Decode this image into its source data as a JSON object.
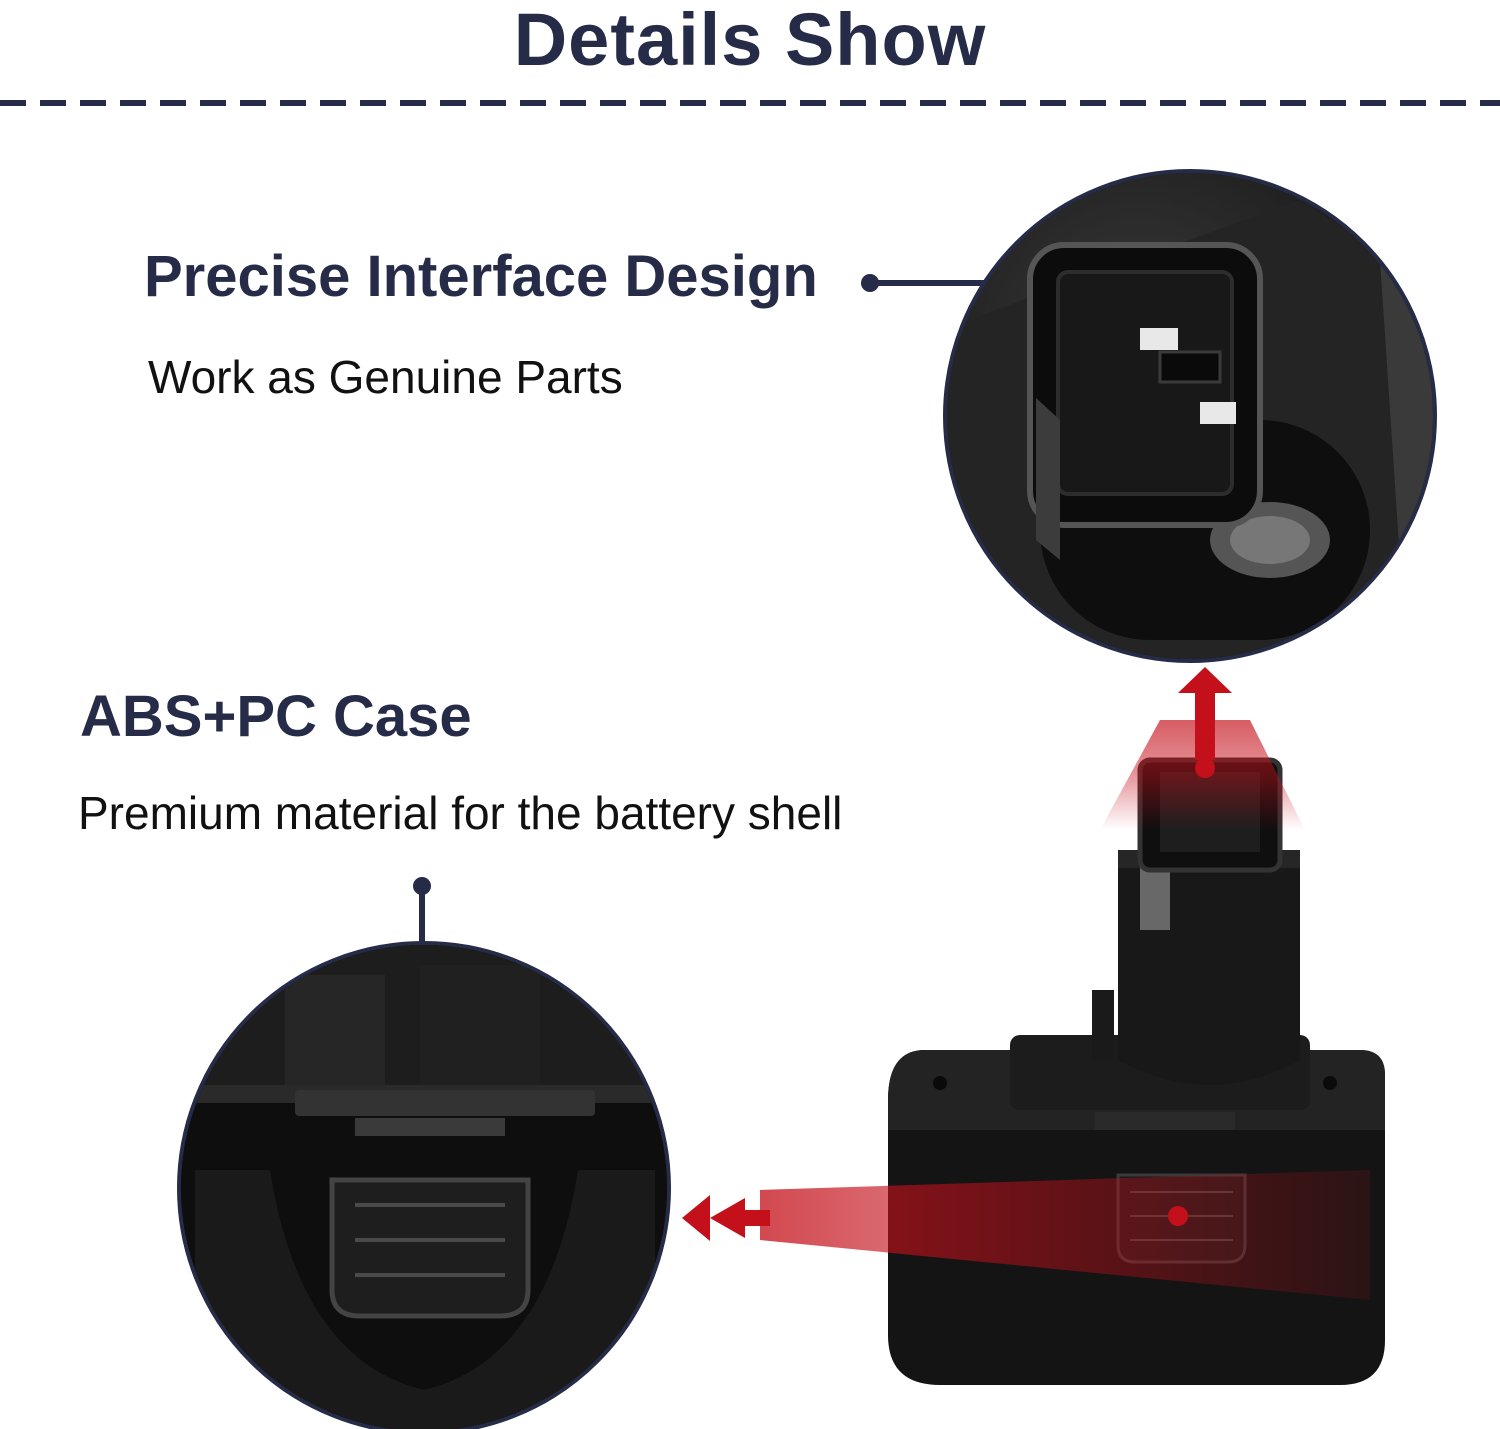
{
  "heading": "Details Show",
  "features": [
    {
      "title": "Precise Interface Design",
      "subtitle": "Work as Genuine Parts"
    },
    {
      "title": "ABS+PC Case",
      "subtitle": "Premium material for the battery shell"
    }
  ],
  "colors": {
    "navy": "#262c47",
    "accent_red": "#c4101a",
    "battery_black": "#141414"
  },
  "icons": [
    "callout-dot",
    "arrow-up-red",
    "arrow-left-red"
  ]
}
